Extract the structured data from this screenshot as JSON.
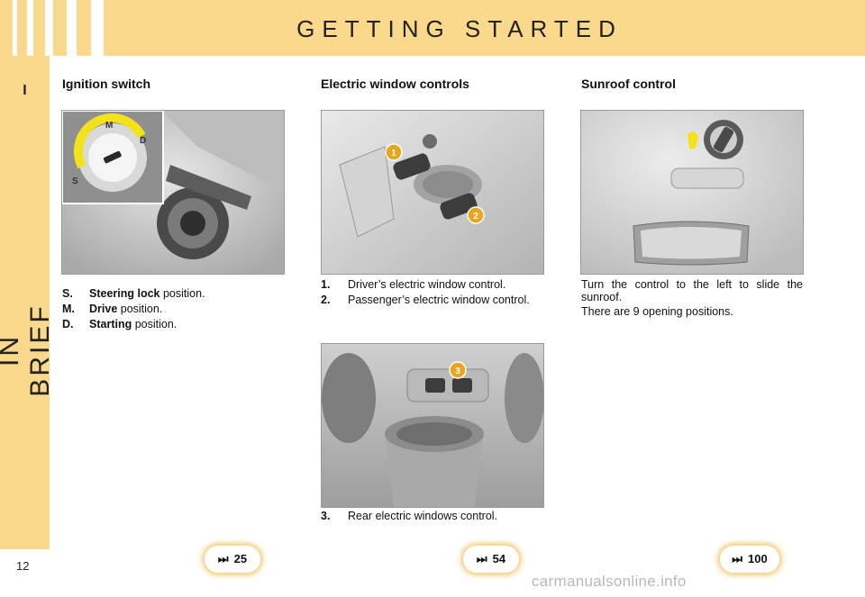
{
  "header": {
    "title": "GETTING STARTED"
  },
  "sidebar": {
    "chapter": "I",
    "label": "IN BRIEF"
  },
  "page_number": "12",
  "ignition": {
    "heading": "Ignition switch",
    "key_letters": [
      "M",
      "D",
      "S"
    ],
    "items": [
      {
        "key": "S.",
        "bold": "Steering lock",
        "text": " position."
      },
      {
        "key": "M.",
        "bold": "Drive",
        "text": " position."
      },
      {
        "key": "D.",
        "bold": "Starting",
        "text": " position."
      }
    ],
    "ref": "25"
  },
  "windows": {
    "heading": "Electric window controls",
    "badges": [
      "1",
      "2",
      "3"
    ],
    "items": [
      {
        "key": "1.",
        "text": "Driver’s electric window control."
      },
      {
        "key": "2.",
        "text": "Passenger’s electric window control."
      }
    ],
    "rear_item": {
      "key": "3.",
      "text": "Rear electric windows control."
    },
    "ref": "54"
  },
  "sunroof": {
    "heading": "Sunroof control",
    "para1": "Turn the control to the left to slide the sunroof.",
    "para2": "There are 9 opening positions.",
    "ref": "100"
  },
  "ref_arrow": "⏭",
  "watermark": "carmanualsonline.info"
}
